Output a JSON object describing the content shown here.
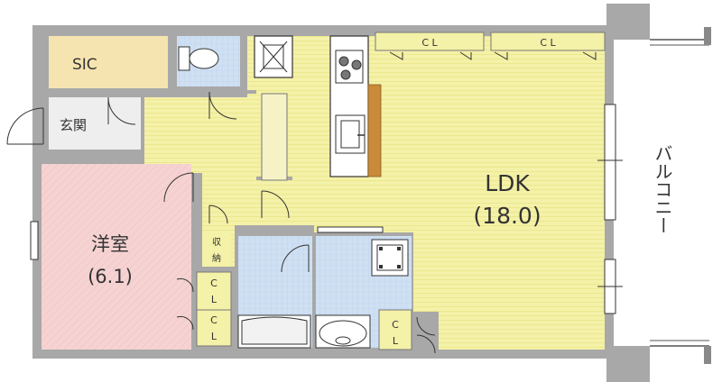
{
  "rooms": {
    "sic": "SIC",
    "entrance": "玄関",
    "storage": "収納",
    "western_room": "洋室",
    "western_size": "(6.1)",
    "ldk": "LDK",
    "ldk_size": "(18.0)",
    "balcony": "バルコニー",
    "closet_1_c": "C",
    "closet_1_l": "L",
    "closet_2_c": "C",
    "closet_2_l": "L",
    "closet_3_c": "C",
    "closet_3_l": "L",
    "ldk_closet_1": "C L",
    "ldk_closet_2": "C L"
  },
  "colors": {
    "wall": "#a8a8a8",
    "floor_wood": "#f4f1a8",
    "floor_western": "#f6d3d3",
    "floor_wet": "#cfe0f3",
    "floor_sic": "#f6e4b0",
    "floor_entry": "#eeeeee"
  }
}
